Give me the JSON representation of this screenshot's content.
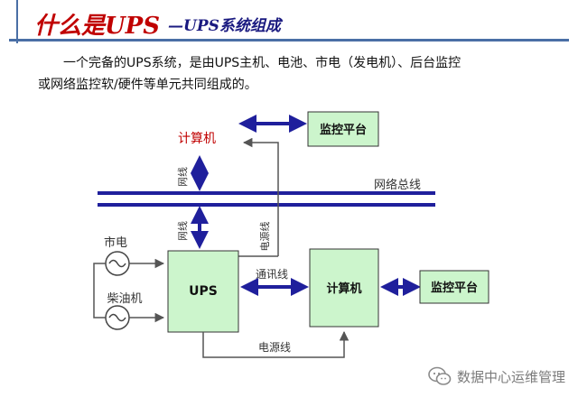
{
  "header": {
    "title": "什么是UPS",
    "subtitle": "—UPS系统组成"
  },
  "intro": {
    "line1": "一个完备的UPS系统，是由UPS主机、电池、市电（发电机）、后台监控",
    "line2": "或网络监控软/硬件等单元共同组成的。"
  },
  "diagram": {
    "computer_top": "计算机",
    "monitor_top": "监控平台",
    "network_bus": "网络总线",
    "net_line_upper": "网线",
    "net_line_lower": "网线",
    "power_line_vertical": "电源线",
    "mains": "市电",
    "diesel": "柴油机",
    "ups": "UPS",
    "comm_line": "通讯线",
    "computer_main": "计算机",
    "monitor_right": "监控平台",
    "power_line_bottom": "电源线"
  },
  "watermark": {
    "text": "数据中心运维管理",
    "icon": "wechat-icon"
  },
  "colors": {
    "title_red": "#c00000",
    "arrow_blue": "#1f1f9c",
    "box_green": "#ccf5cc",
    "line_dark": "#555555"
  }
}
